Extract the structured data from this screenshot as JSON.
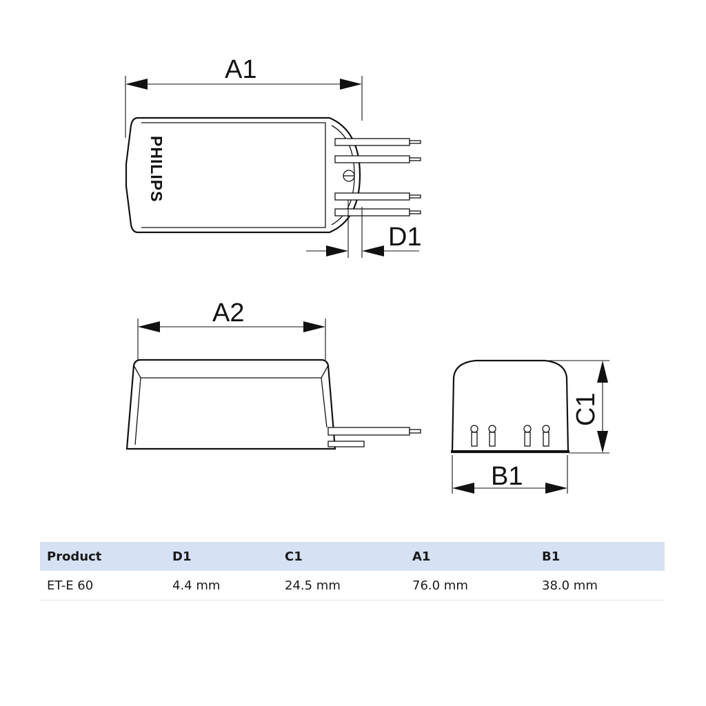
{
  "drawing": {
    "brand": "PHILIPS",
    "labels": {
      "a1": "A1",
      "a2": "A2",
      "b1": "B1",
      "c1": "C1",
      "d1": "D1"
    }
  },
  "table": {
    "headers": [
      "Product",
      "D1",
      "C1",
      "A1",
      "B1"
    ],
    "rows": [
      [
        "ET-E 60",
        "4.4 mm",
        "24.5 mm",
        "76.0 mm",
        "38.0 mm"
      ]
    ]
  }
}
